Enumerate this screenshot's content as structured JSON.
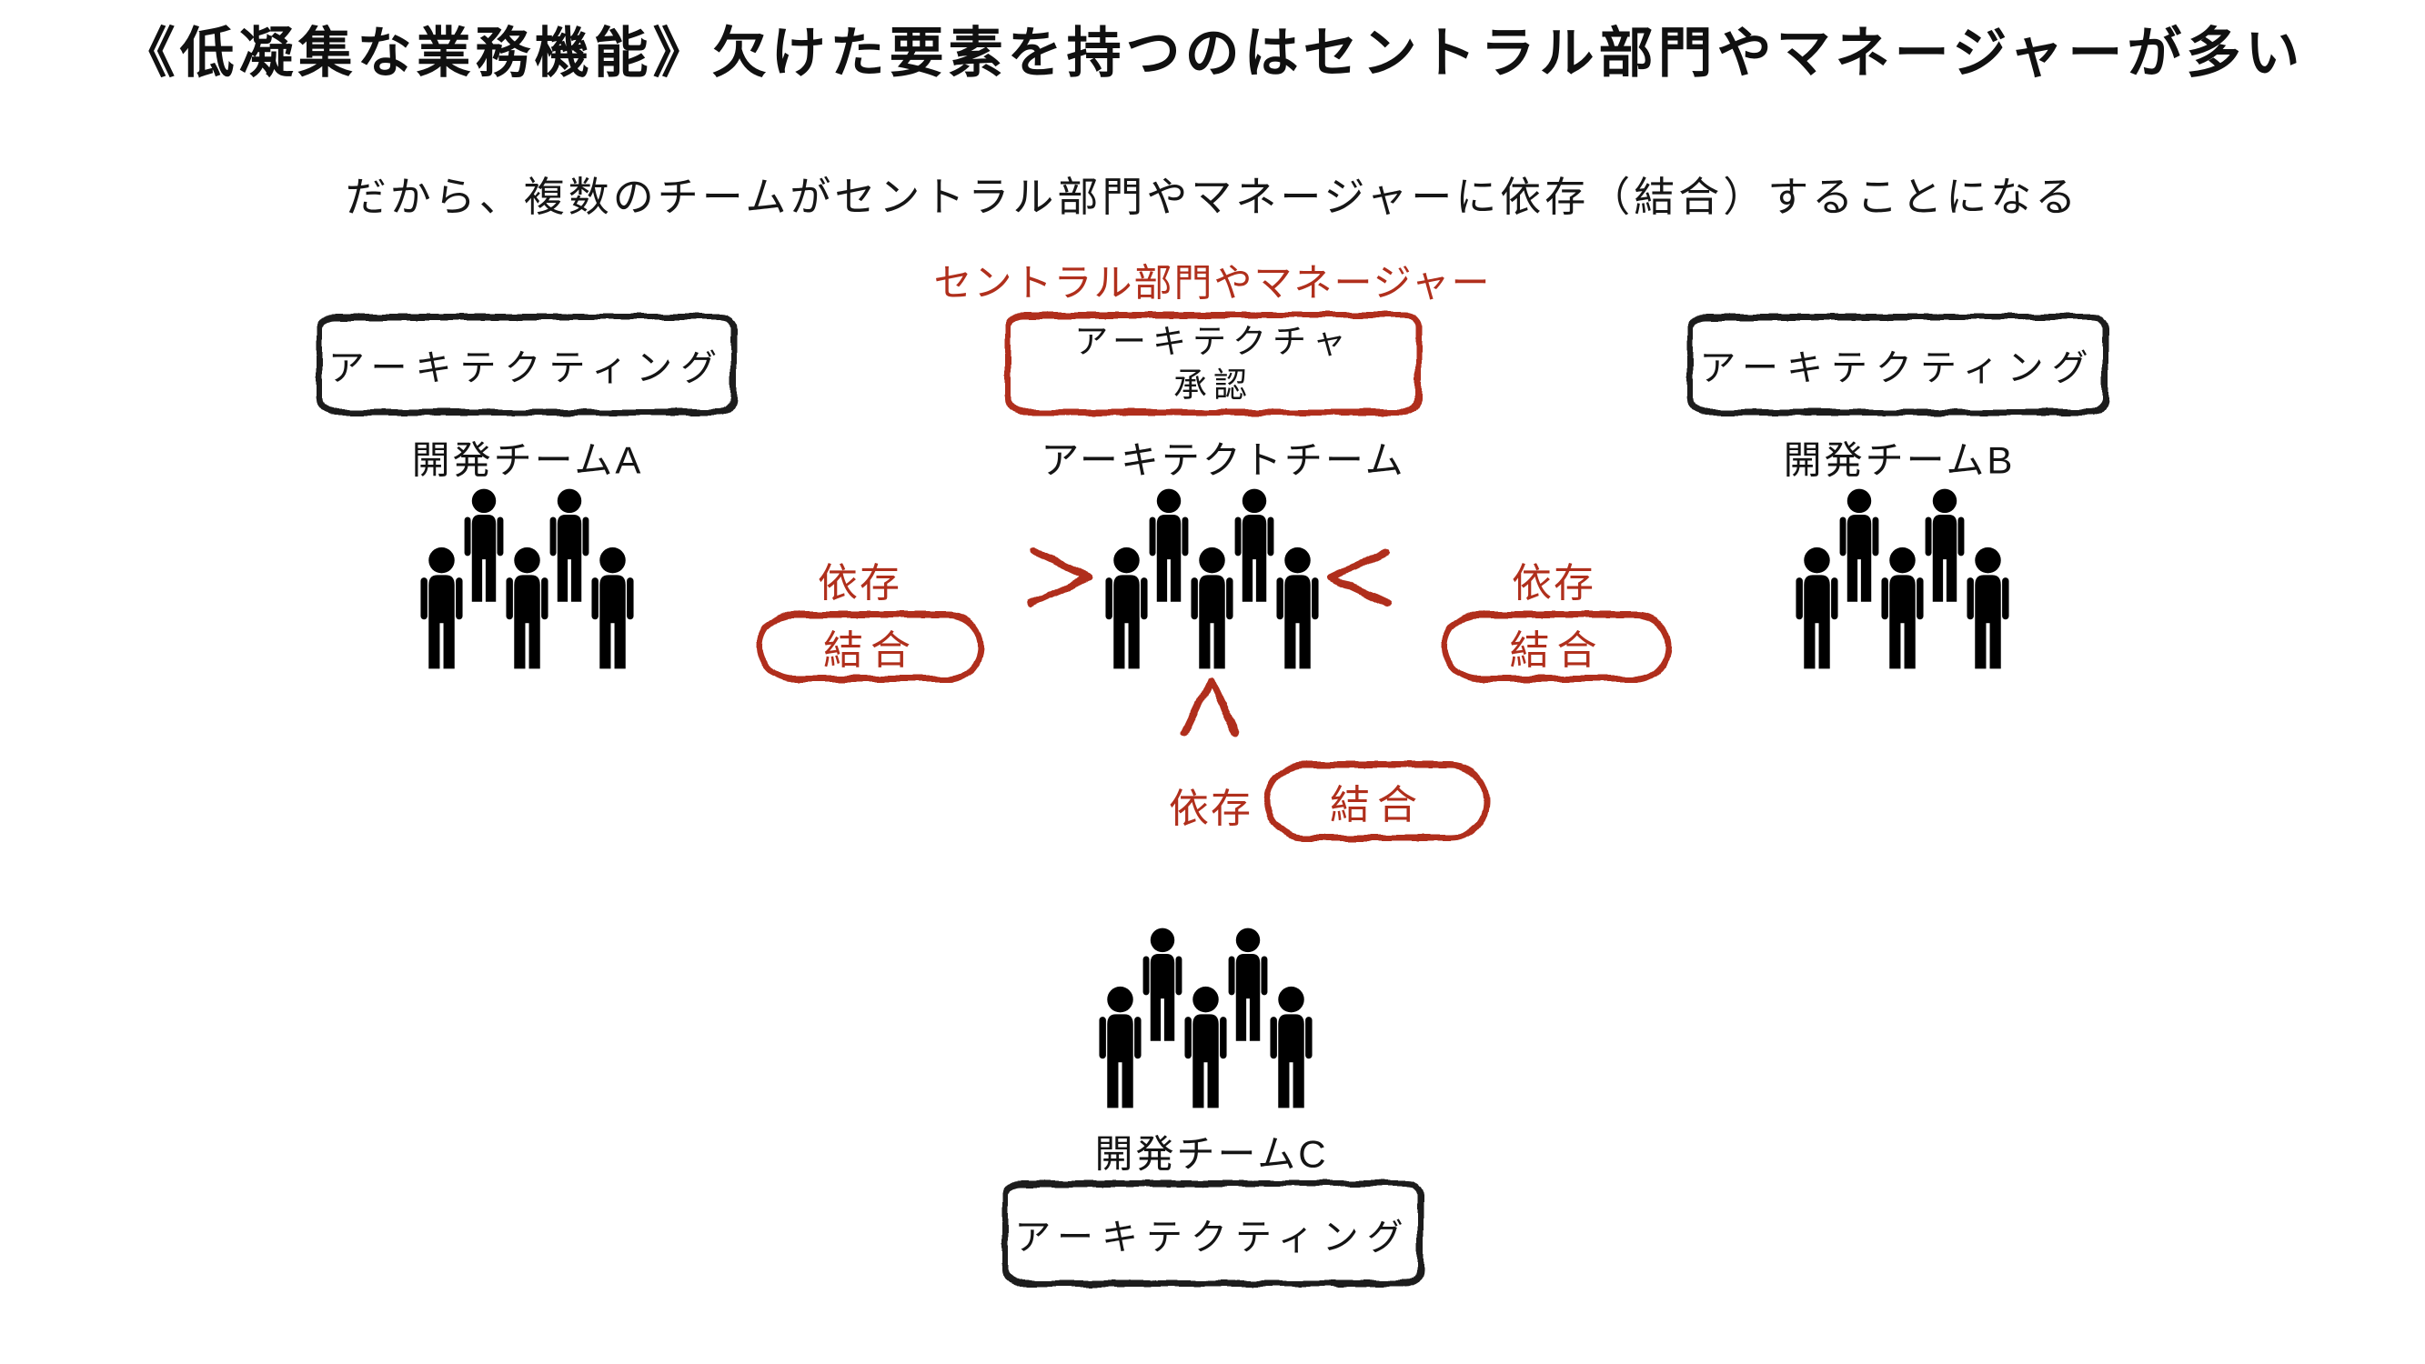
{
  "slide": {
    "title": "《低凝集な業務機能》欠けた要素を持つのはセントラル部門やマネージャーが多い",
    "subtitle": "だから、複数のチームがセントラル部門やマネージャーに依存（結合）することになる"
  },
  "colors": {
    "accent_red": "#b02f1c",
    "ink_black": "#1b1b1b",
    "background": "#ffffff"
  },
  "central": {
    "heading": "セントラル部門やマネージャー",
    "box_line1": "アーキテクチャ",
    "box_line2": "承認",
    "team_name": "アーキテクトチーム"
  },
  "teams": {
    "a": {
      "box_label": "アーキテクティング",
      "name": "開発チームA"
    },
    "b": {
      "box_label": "アーキテクティング",
      "name": "開発チームB"
    },
    "c": {
      "box_label": "アーキテクティング",
      "name": "開発チームC"
    }
  },
  "edges": {
    "left": {
      "dependency_label": "依存",
      "coupling_label": "結合"
    },
    "right": {
      "dependency_label": "依存",
      "coupling_label": "結合"
    },
    "bottom": {
      "dependency_label": "依存",
      "coupling_label": "結合"
    }
  },
  "icons": {
    "team_icon": "five-person-silhouette-group",
    "arrow_icon": "hand-drawn-red-arrow"
  }
}
